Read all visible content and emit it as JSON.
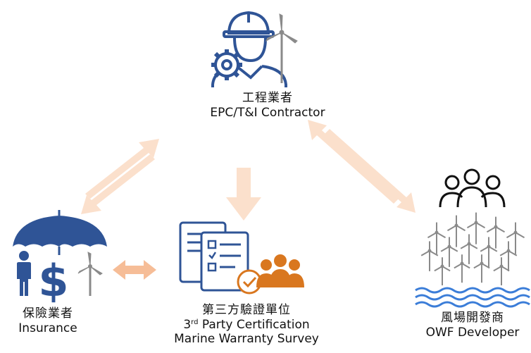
{
  "nodes": {
    "epc": {
      "zh": "工程業者",
      "en": "EPC/T&I Contractor"
    },
    "insurance": {
      "zh": "保險業者",
      "en": "Insurance"
    },
    "third_party": {
      "zh": "第三方驗證單位",
      "en_num": "3",
      "en_sup": "rd",
      "en_rest": " Party Certification",
      "en2": "Marine Warranty Survey"
    },
    "owf": {
      "zh": "風場開發商",
      "en": "OWF Developer"
    }
  },
  "icons": {
    "epc": "engineer-with-wind-turbine-icon",
    "insurance": "insurance-umbrella-icon",
    "third_party": "certification-documents-icon",
    "owf": "wind-farm-developer-icon"
  },
  "colors": {
    "icon_blue": "#2f5496",
    "icon_gray": "#8a8a8a",
    "arrow_light": "#fbe0cc",
    "arrow_medium": "#f6bd97",
    "badge_orange": "#d9771f",
    "wave_blue": "#3b7dd8"
  }
}
